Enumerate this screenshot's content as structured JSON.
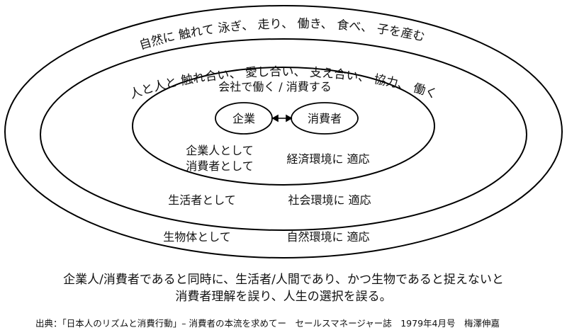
{
  "outer_ring": {
    "arc_text": "自然に 触れて 泳ぎ、 走り、 働き、 食べ、 子を産む",
    "left_label": "生物体として",
    "right_label": "自然環境に 適応"
  },
  "middle_ring": {
    "arc_text": "人と人と 触れ合い、 愛し合い、 支え合い、 協力、 働く",
    "left_label": "生活者として",
    "right_label": "社会環境に 適応"
  },
  "inner_ring": {
    "top_text": "会社で働く / 消費する",
    "left_label_line1": "企業人として",
    "left_label_line2": "消費者として",
    "right_label": "経済環境に 適応"
  },
  "core": {
    "left_node": "企業",
    "right_node": "消費者",
    "arrow": "⟷"
  },
  "caption": {
    "line1": "企業人/消費者であると同時に、生活者/人間であり、かつ生物であると捉えないと",
    "line2": "消費者理解を誤り、人生の選択を誤る。"
  },
  "source": "出典：「日本人のリズムと消費行動」– 消費者の本流を求めてー　セールスマネージャー誌　1979年4月号　梅澤伸嘉",
  "colors": {
    "stroke": "#000000",
    "text": "#111111"
  }
}
